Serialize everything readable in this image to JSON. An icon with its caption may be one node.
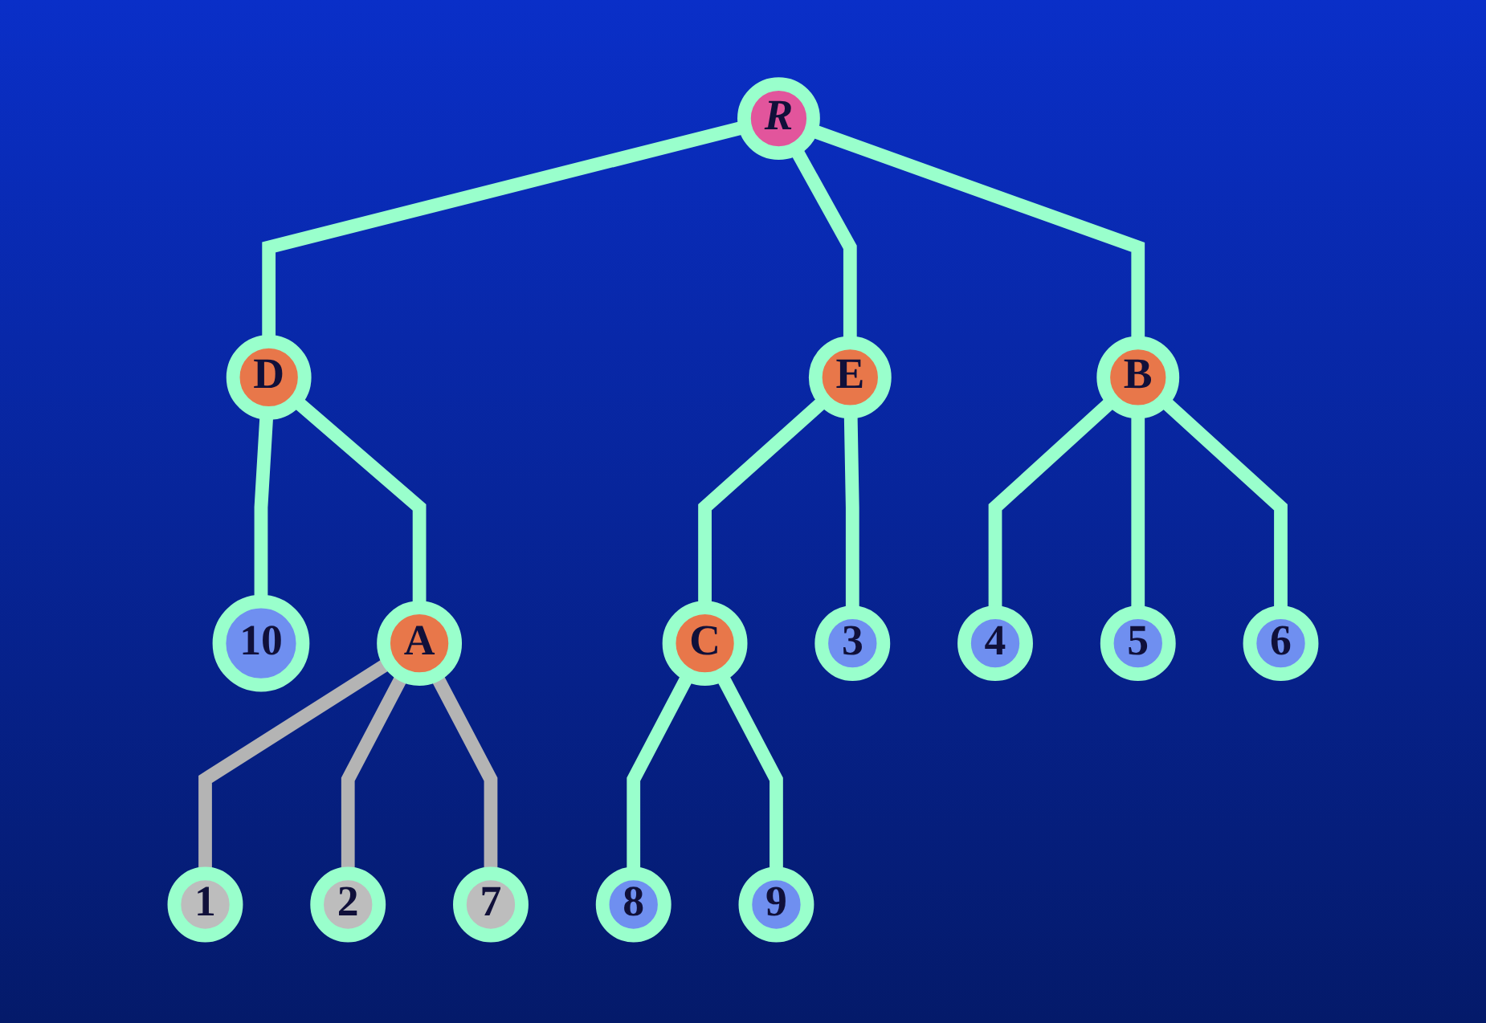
{
  "diagram": {
    "nodes": [
      {
        "text": [
          "R"
        ]
      },
      {
        "text": [
          "D"
        ]
      },
      {
        "text": [
          "E"
        ]
      },
      {
        "text": [
          "10"
        ]
      },
      {
        "text": [
          "A"
        ]
      },
      {
        "text": [
          "B"
        ]
      },
      {
        "text": [
          "C"
        ]
      },
      {
        "text": [
          "3"
        ]
      },
      {
        "text": [
          "1"
        ]
      },
      {
        "text": [
          "2"
        ]
      },
      {
        "text": [
          "7"
        ]
      },
      {
        "text": [
          "4"
        ]
      },
      {
        "text": [
          "5"
        ]
      },
      {
        "text": [
          "6"
        ]
      },
      {
        "text": [
          "8"
        ]
      },
      {
        "text": [
          "9"
        ]
      }
    ],
    "edges": [
      {
        "from": 0,
        "to": 1,
        "arrow": "none"
      },
      {
        "from": 0,
        "to": 5,
        "arrow": "none"
      },
      {
        "from": 0,
        "to": 2,
        "arrow": "none"
      },
      {
        "from": 1,
        "to": 3,
        "arrow": "none"
      },
      {
        "from": 1,
        "to": 4,
        "arrow": "none"
      },
      {
        "from": 2,
        "to": 6,
        "arrow": "none"
      },
      {
        "from": 2,
        "to": 7,
        "arrow": "none"
      },
      {
        "from": 4,
        "to": 8,
        "arrow": "none",
        "color": "#b4b4b4"
      },
      {
        "from": 4,
        "to": 9,
        "arrow": "none",
        "color": "#b4b4b4"
      },
      {
        "from": 4,
        "to": 10,
        "arrow": "none",
        "color": "#b4b4b4"
      },
      {
        "from": 5,
        "to": 11,
        "arrow": "none"
      },
      {
        "from": 5,
        "to": 12,
        "arrow": "none"
      },
      {
        "from": 5,
        "to": 13,
        "arrow": "none"
      },
      {
        "from": 6,
        "to": 14,
        "arrow": "none"
      },
      {
        "from": 6,
        "to": 15,
        "arrow": "none"
      }
    ]
  }
}
